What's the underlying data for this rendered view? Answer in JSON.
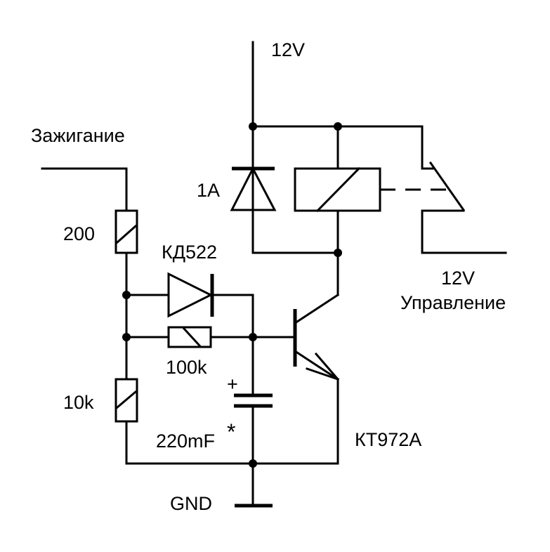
{
  "diagram": {
    "type": "circuit-schematic",
    "labels": {
      "supply": "12V",
      "ignition": "Зажигание",
      "r1": "200",
      "diode_supply": "1A",
      "diode_signal": "КД522",
      "r2": "100k",
      "r3": "10k",
      "cap_plus": "+",
      "cap": "220mF",
      "cap_mark": "*",
      "transistor": "КТ972А",
      "ground": "GND",
      "out_voltage": "12V",
      "out_label": "Управление"
    },
    "components": [
      {
        "id": "R1",
        "kind": "resistor",
        "value": "200"
      },
      {
        "id": "R2",
        "kind": "resistor",
        "value": "100k"
      },
      {
        "id": "R3",
        "kind": "resistor",
        "value": "10k"
      },
      {
        "id": "D1",
        "kind": "diode",
        "value": "КД522"
      },
      {
        "id": "D2",
        "kind": "diode",
        "value": "1A"
      },
      {
        "id": "C1",
        "kind": "electrolytic-capacitor",
        "value": "220mF*"
      },
      {
        "id": "Q1",
        "kind": "npn-transistor",
        "value": "КТ972А"
      },
      {
        "id": "K1",
        "kind": "relay",
        "value": ""
      }
    ]
  }
}
